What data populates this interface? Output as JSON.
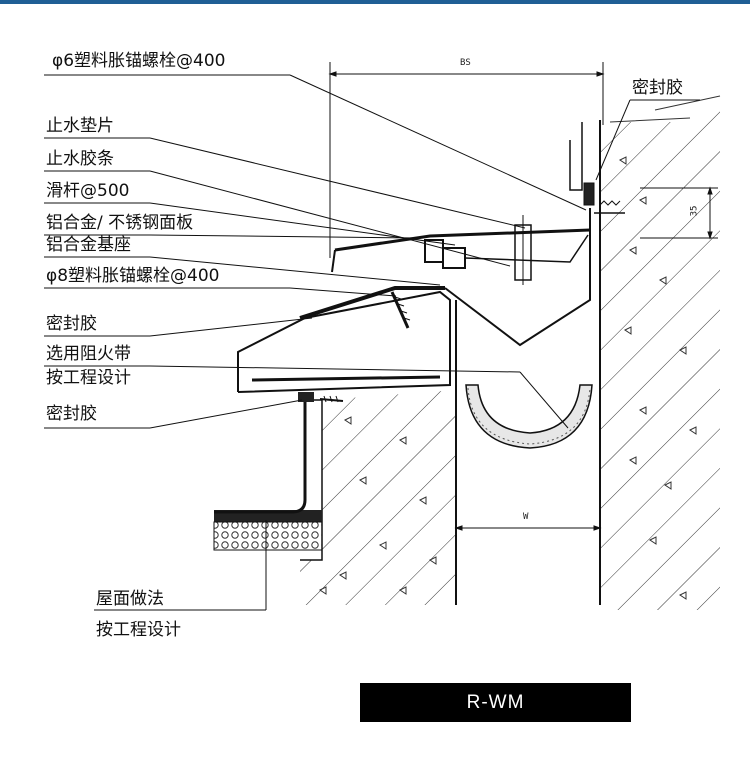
{
  "colors": {
    "top_bar": "#1f5f95",
    "line": "#111111",
    "title_bg": "#000000",
    "title_fg": "#ffffff"
  },
  "labels": {
    "anchor_bolt_6": "φ6塑料胀锚螺栓@400",
    "waterstop_pad": "止水垫片",
    "waterstop_strip": "止水胶条",
    "slide_bar": "滑杆@500",
    "cover_plate": "铝合金/ 不锈钢面板",
    "alloy_base": "铝合金基座",
    "anchor_bolt_8": "φ8塑料胀锚螺栓@400",
    "sealant_1": "密封胶",
    "fire_strip": "选用阻火带",
    "per_design_1": "按工程设计",
    "sealant_2": "密封胶",
    "roof_method": "屋面做法",
    "per_design_2": "按工程设计",
    "sealant_right": "密封胶"
  },
  "dimensions": {
    "bs": "BS",
    "w": "W",
    "d35": "35"
  },
  "title": "R-WM"
}
